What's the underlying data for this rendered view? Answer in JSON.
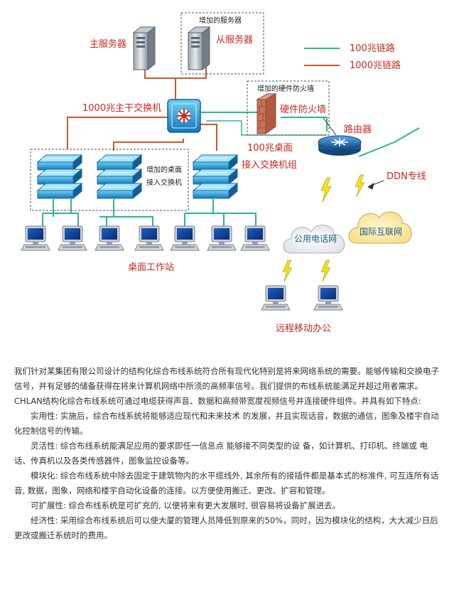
{
  "diagram": {
    "main_server": "主服务器",
    "added_server_box": "增加的服务器",
    "slave_server": "从服务器",
    "legend": {
      "link_100m": "100兆链路",
      "link_1000m": "1000兆链路",
      "color_100m": "#2ab59a",
      "color_1000m": "#c85a2a"
    },
    "backbone_switch": "1000兆主干交换机",
    "added_fw_box": "增加的硬件防火墙",
    "hardware_firewall": "硬件防火墙",
    "router": "路由器",
    "desk_switch_100m": "100兆桌面",
    "access_switch_group": "接入交换机组",
    "added_desk_switch_1": "增加的桌面",
    "added_desk_switch_2": "接入交换机",
    "ddn": "DDN专线",
    "internet": "国际互联网",
    "pstn": "公用电话网",
    "desktop_workstation": "桌面工作站",
    "remote_office": "远程移动办公",
    "icons": [
      "server-icon",
      "switch-icon",
      "firewall-icon",
      "router-icon",
      "computer-icon",
      "cloud-icon",
      "lightning-icon"
    ]
  },
  "article": {
    "p1": "我们针对某集团有限公司设计的结构化综合布线系统符合所有现代化特别是将来网络系统的需要。能够传输和交换电子信号，并有足够的储备获得在将来计算机网络中所须的高频率信号。我们提供的布线系统能满足并超过用者需求。",
    "p2": "CHLAN结构化综合布线系统可通过电缆获得声音、数据和高频带宽度视频信号并连接硬件组件。并具有如下特点:",
    "p3": "实用性: 实施后，综合布线系统将能够适应现代和未来技术 的发展，并且实现话音，数据的通信，图象及楼宇自动化控制信号的传输。",
    "p4": "灵活性:  综合布线系统能满足应用的要求即任一信息点 能够接不同类型的设 备，如计算机、打印机、终端或 电话、传真机以及各类传感器件，图象监控设备等。",
    "p5": "模块化: 综合布线系统中除去固定于建筑物内的水平缆线外, 其余所有的接插件都是基本式的标准件, 可互连所有话音, 数据，图象，网络和楼宇自动化设备的连接。以方便使用搬迁、更改、扩容和管理。",
    "p6": "可扩展性: 综合布线系统是可扩充的, 以便将来有更大发展时, 很容易将设备扩展进去。",
    "p7": "经济性:  采用综合布线系统后可以使大厦的管理人员降低到原来的50%，同时，因为模块化的结构，大大减少日后更改或搬迁系统时的费用。"
  }
}
